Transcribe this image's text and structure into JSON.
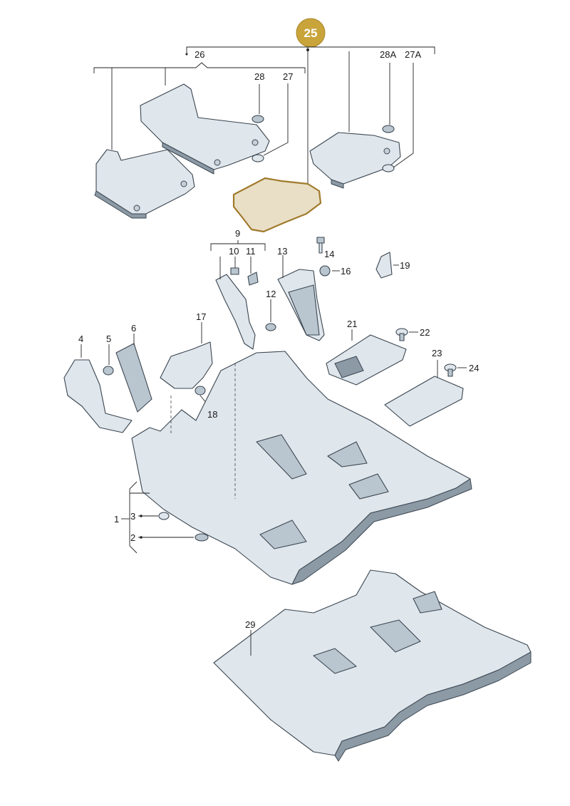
{
  "highlight": {
    "label": "25",
    "fill": "#c9a43a",
    "text_color": "#ffffff"
  },
  "labels": {
    "p1": "1",
    "p2": "2",
    "p3": "3",
    "p4": "4",
    "p5": "5",
    "p6": "6",
    "p9": "9",
    "p10": "10",
    "p11": "11",
    "p12": "12",
    "p13": "13",
    "p14": "14",
    "p16": "16",
    "p17": "17",
    "p18": "18",
    "p19": "19",
    "p21": "21",
    "p22": "22",
    "p23": "23",
    "p24": "24",
    "p26": "26",
    "p27": "27",
    "p27A": "27A",
    "p28": "28",
    "p28A": "28A",
    "p29": "29"
  },
  "colors": {
    "part_fill": "#dfe6ec",
    "part_stroke": "#3b4650",
    "highlighted_part": "#e9dfc6",
    "highlight_outline": "#a07a2c"
  }
}
